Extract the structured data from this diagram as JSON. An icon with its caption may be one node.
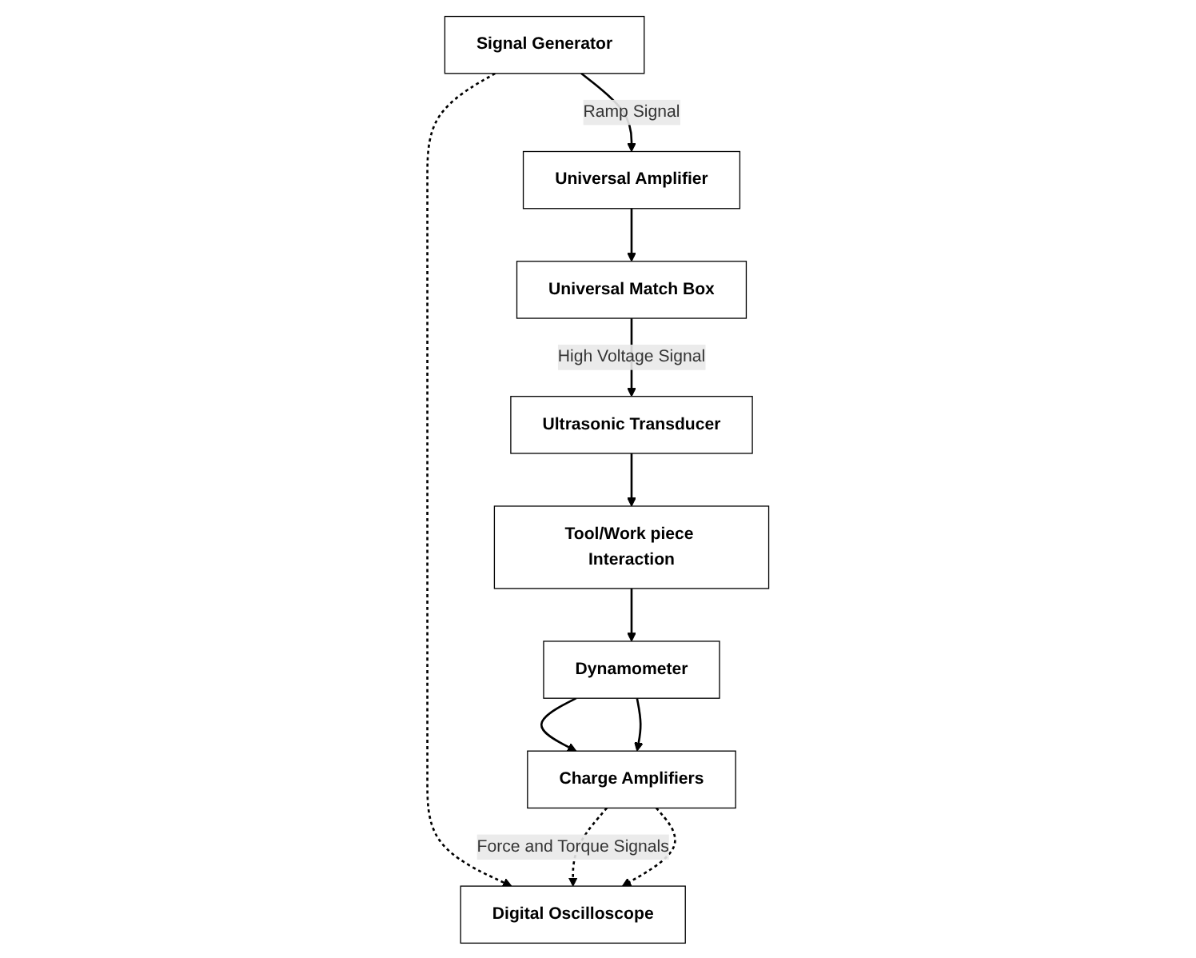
{
  "diagram": {
    "nodes": [
      {
        "text": [
          "Signal Generator"
        ]
      },
      {
        "text": [
          "Universal Match Box"
        ]
      },
      {
        "text": [
          "Ultrasonic Transducer"
        ]
      },
      {
        "text": [
          "Tool/Work piece Interaction"
        ]
      },
      {
        "text": [
          "Universal Amplifier"
        ]
      },
      {
        "text": [
          "Dynamometer"
        ]
      },
      {
        "text": [
          "Charge Amplifiers"
        ]
      },
      {
        "text": [
          "Digital Oscilloscope"
        ]
      }
    ],
    "edges": [
      {
        "from": 0,
        "to": 4,
        "arrow": "to",
        "label": "Ramp Signal"
      },
      {
        "from": 0,
        "to": 7,
        "arrow": "to",
        "style": "dashed"
      },
      {
        "from": 4,
        "to": 1,
        "arrow": "to"
      },
      {
        "from": 1,
        "to": 2,
        "arrow": "to",
        "label": "High Voltage Signal"
      },
      {
        "from": 2,
        "to": 3,
        "arrow": "to"
      },
      {
        "from": 3,
        "to": 5,
        "arrow": "to"
      },
      {
        "from": 5,
        "to": 6,
        "arrow": "to"
      },
      {
        "from": 5,
        "to": 6,
        "arrow": "to"
      },
      {
        "from": 6,
        "to": 7,
        "arrow": "to",
        "style": "dashed",
        "label": "Force and Torque Signals"
      },
      {
        "from": 6,
        "to": 7,
        "arrow": "to",
        "style": "dashed"
      }
    ]
  }
}
